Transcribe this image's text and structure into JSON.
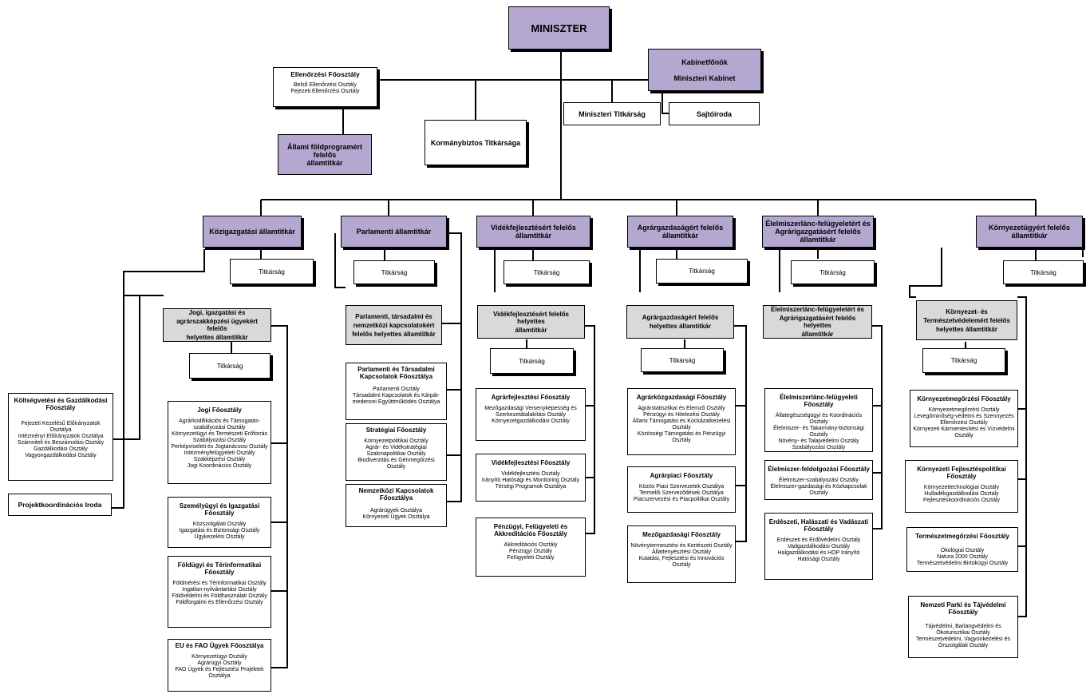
{
  "minister": "MINISZTER",
  "kabinet": {
    "line1": "Kabinetfőnök",
    "line2": "Miniszteri Kabinet"
  },
  "miniszteri_titkarsag": "Miniszteri Titkárság",
  "sajtoiroda": "Sajtóiroda",
  "ellenorzesi": {
    "title": "Ellenőrzési Főosztály",
    "items": [
      "Belső Ellenőrzési Osztály",
      "Fejezeti Ellenőrzési Osztály"
    ]
  },
  "allami_fold": {
    "lines": [
      "Állami földprogramért",
      "felelős",
      "államtitkár"
    ]
  },
  "kormanybiztos": "Kormánybiztos Titkársága",
  "titkarsag_label": "Titkárság",
  "secretaries": [
    {
      "lines": [
        "Közigazgatási államtitkár"
      ]
    },
    {
      "lines": [
        "Parlamenti államtitkár"
      ]
    },
    {
      "lines": [
        "Vidékfejlesztésért felelős",
        "államtitkár"
      ]
    },
    {
      "lines": [
        "Agrárgazdaságért felelős",
        "államtitkár"
      ]
    },
    {
      "lines": [
        "Élelmiszerlánc-felügyeletért és",
        "Agrárigazgatásért felelős",
        "államtitkár"
      ]
    },
    {
      "lines": [
        "Környezetügyért felelős",
        "államtitkár"
      ]
    }
  ],
  "deputies": [
    {
      "lines": [
        "Jogi, igazgatási és",
        "agrárszakképzési ügyekért felelős",
        "helyettes államtitkár"
      ]
    },
    {
      "lines": [
        "Parlamenti, társadalmi és",
        "nemzetközi kapcsolatokért",
        "felelős  helyettes államtitkár"
      ]
    },
    {
      "lines": [
        "Vidékfejlesztésért felelős helyettes",
        "államtitkár"
      ]
    },
    {
      "lines": [
        "Agrárgazdaságért felelős",
        "helyettes államtitkár"
      ]
    },
    {
      "lines": [
        "Élelmiszerlánc-felügyeletért és",
        "Agrárigazgatásért felelős helyettes",
        "államtitkár"
      ]
    },
    {
      "lines": [
        "Környezet- és",
        "Természetvédelemért felelős",
        "helyettes államtitkár"
      ]
    }
  ],
  "koltsegvetesi": {
    "title": "Költségvetési és Gazdálkodási Főosztály",
    "items": [
      "Fejezeti Kezelésű Előirányzatok Osztálya",
      "Intézményi Előirányzatok Osztálya",
      "Számviteli és Beszámolási Osztály",
      "Gazdálkodási Osztály",
      "Vagyongazdálkodási Osztály"
    ]
  },
  "projektkoordinacios": "Projektkoordinációs Iroda",
  "departments": {
    "jogi": {
      "title": "Jogi Főosztály",
      "items": [
        "Agrárkodifikációs és Támogatás-szabályozási Osztály",
        "Környezetügyi és Természeti Erőforrás Szabályozási Osztály",
        "Perképviseleti és Jogtanácsosi Osztály",
        "Intézményfelügyeleti Osztály",
        "Szakképzési Osztály",
        "Jogi Koordinációs Osztály"
      ]
    },
    "szemelyugyi": {
      "title": "Személyügyi és Igazgatási Főosztály",
      "items": [
        "Közszolgálati Osztály",
        "Igazgatási és Biztonsági Osztály",
        "Ügykezelési Osztály"
      ]
    },
    "foldugyi": {
      "title": "Földügyi és Térinformatikai Főosztály",
      "items": [
        "Földmérési és Térinformatikai Osztály",
        "Ingatlan-nyilvántartási Osztály",
        "Földvédelmi és Földhasználati Osztály",
        "Földforgalmi és Ellenőrzési Osztály"
      ]
    },
    "eu_fao": {
      "title": "EU és FAO Ügyek Főosztálya",
      "items": [
        "Környezetügyi Osztály",
        "Agrárügyi Osztály",
        "FAO Ügyek és Fejlesztési Projektek Osztálya"
      ]
    },
    "parlamenti": {
      "title": "Parlamenti és Társadalmi Kapcsolatok Főosztálya",
      "items": [
        "Parlamenti Osztály",
        "Társadalmi Kapcsolatok és Kárpát-medencei Együttműködés Osztálya"
      ]
    },
    "strategiai": {
      "title": "Stratégiai  Főosztály",
      "items": [
        "Környezetpolitikai Osztály",
        "Agrár- és Vidékstratégiai",
        "Szakmapolitikai Osztály",
        "Biodiverzitás és Génmegőrzési Osztály"
      ]
    },
    "nemzetkozi": {
      "title": "Nemzetközi Kapcsolatok Főosztálya",
      "items": [
        "Agrárügyek Osztálya",
        "Környezeti Ügyek Osztálya"
      ]
    },
    "agrarfejlesztesi": {
      "title": "Agrárfejlesztési Főosztály",
      "items": [
        "Mezőgazdasági Versenyképesség és Szerkezetátalakítási Osztály",
        "Környezetgazdálkodási Osztály"
      ]
    },
    "videkfejlesztesi": {
      "title": "Vidékfejlesztési Főosztály",
      "items": [
        "Vidékfejlesztési Osztály",
        "Irányító Hatósági és Monitoring Osztály",
        "Térségi Programok Osztálya"
      ]
    },
    "penzugyi": {
      "title": "Pénzügyi, Felügyeleti és Akkreditációs Főosztály",
      "items": [
        "Akkreditációs Osztály",
        "Pénzügyi Osztály",
        "Felügyeleti Osztály"
      ]
    },
    "agrarkozgazdasagi": {
      "title": "Agrárközgazdasági Főosztály",
      "items": [
        "Agrárstatisztikai és Elemző Osztály",
        "Pénzügyi és Hitelezési Osztály",
        "Állami Támogatási és Kockázatkezelési Osztály",
        "Közösségi Támogatási és Pénzügyi Osztály"
      ]
    },
    "agrarpiaci": {
      "title": "Agrárpiaci Főosztály",
      "items": [
        "Közös Piaci Szervezetek Osztálya",
        "Termelői Szerveződések Osztálya",
        "Piacszervezési és Piacpolitikai Osztály"
      ]
    },
    "mezogazdasagi": {
      "title": "Mezőgazdasági Főosztály",
      "items": [
        "Növénytermesztési és Kertészeti Osztály",
        "Állattenyésztési Osztály",
        "Kutatási, Fejlesztési és Innovációs Osztály"
      ]
    },
    "elelmiszerlanc": {
      "title": "Élelmiszerlánc-felügyeleti Főosztály",
      "items": [
        "Állategészségügyi és Koordinációs Osztály",
        "Élelmiszer- és Takarmány-biztonsági Osztály",
        "Növény- és Talajvédelmi Osztály",
        "Szabályozási Osztály"
      ]
    },
    "elelmiszer_feldolgozasi": {
      "title": "Élelmiszer-feldolgozási Főosztály",
      "items": [
        "Élelmiszer-szabályozási Osztály",
        "Élelmiszer-gazdasági és Közkapcsolati Osztály"
      ]
    },
    "erdeszeti": {
      "title": "Erdészeti, Halászati és Vadászati Főosztály",
      "items": [
        "Erdészeti és Erdővédelmi Osztály",
        "Vadgazdálkodási Osztály",
        "Halgazdálkodási és HOP Irányító Hatósági Osztály"
      ]
    },
    "kornyezetmegorzesi": {
      "title": "Környezetmegőrzési  Főosztály",
      "items": [
        "Környezetmegőrzési Osztály",
        "Levegőminőség-védelmi és Szennyezés Ellenőrzési Osztály",
        "Környezeti Kármentesítési és Vízvédelmi Osztály"
      ]
    },
    "kornyezeti_fejlesztespolitikai": {
      "title": "Környezeti Fejlesztéspolitikai Főosztály",
      "items": [
        "Környezettechnológiai Osztály",
        "Hulladékgazdálkodási Osztály",
        "Fejlesztéskoordinációs Osztály"
      ]
    },
    "termeszetmegorzesi": {
      "title": "Természetmegőrzési Főosztály",
      "items": [
        "Ökológiai Osztály",
        "Natura 2000 Osztály",
        "Természetvédelmi Birtokügyi Osztály"
      ]
    },
    "nemzeti_parki": {
      "title": "Nemzeti Parki és Tájvédelmi Főosztály",
      "items": [
        "Tájvédelmi, Barlangvédelmi és Ökoturisztikai Osztály",
        "Természetvédelmi, Vagyonkezelési  és Őrszolgálati Osztály"
      ]
    }
  }
}
